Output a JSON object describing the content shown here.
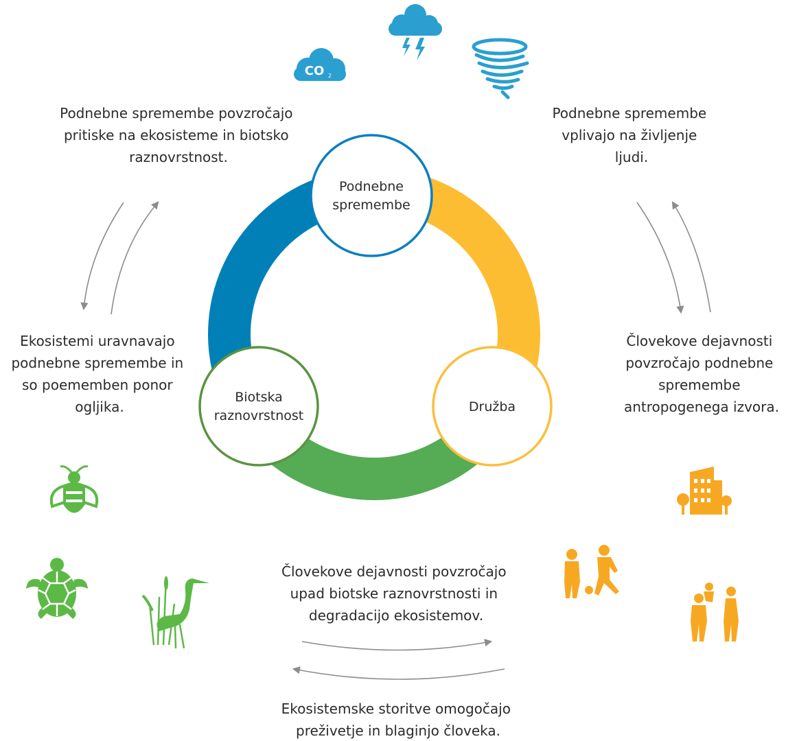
{
  "colors": {
    "climate": "#0180b8",
    "society": "#fdbd33",
    "biodiversity": "#55ac55",
    "climate_icon": "#2a9fd0",
    "bio_icon": "#5cb946",
    "society_icon": "#f7a823",
    "arrow": "#8c8c8c"
  },
  "nodes": {
    "climate": [
      "Podnebne",
      "spremembe"
    ],
    "biodiversity": [
      "Biotska",
      "raznovrstnost"
    ],
    "society": [
      "Družba"
    ]
  },
  "captions": {
    "top_left": [
      "Podnebne spremembe povzročajo",
      "pritiske na ekosisteme in biotsko",
      "raznovrstnost."
    ],
    "top_right": [
      "Podnebne spremembe",
      "vplivajo na življenje",
      "ljudi."
    ],
    "left": [
      "Ekosistemi uravnavajo",
      "podnebne spremembe in",
      "so poememben ponor",
      "ogljika."
    ],
    "right": [
      "Človekove dejavnosti",
      "povzročajo podnebne",
      "spremembe",
      "antropogenega izvora."
    ],
    "bottom_upper": [
      "Človekove dejavnosti povzročajo",
      "upad biotske raznovrstnosti in",
      "degradacijo ekosistemov."
    ],
    "bottom_lower": [
      "Ekosistemske storitve omogočajo",
      "preživetje in blaginjo človeka."
    ]
  },
  "icons": {
    "co2_label": "CO",
    "co2_sub": "2"
  }
}
